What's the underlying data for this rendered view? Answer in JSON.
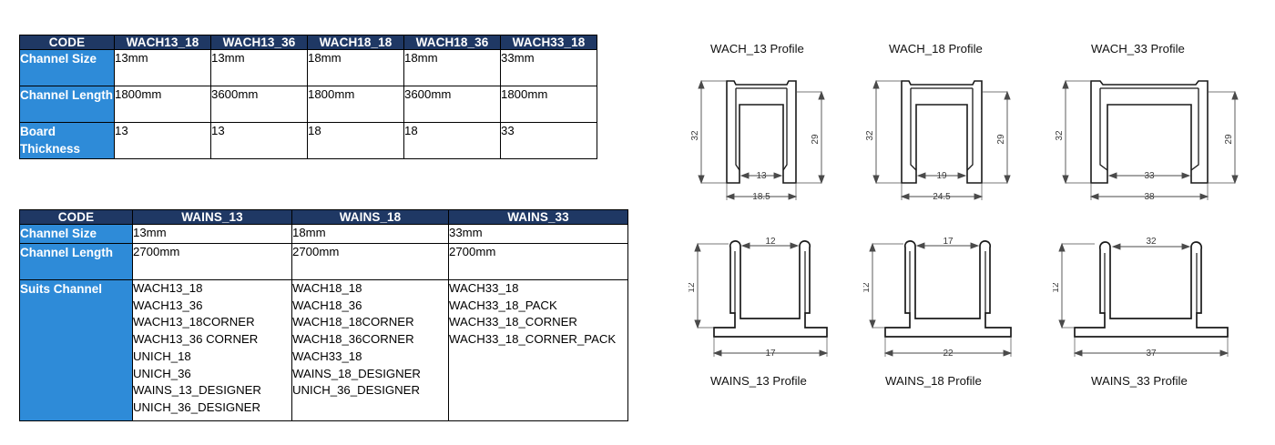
{
  "tables": [
    {
      "id": "wach-channel-table",
      "header": [
        "CODE",
        "WACH13_18",
        "WACH13_36",
        "WACH18_18",
        "WACH18_36",
        "WACH33_18"
      ],
      "rows": [
        {
          "label": "Channel Size",
          "values": [
            "13mm",
            "13mm",
            "18mm",
            "18mm",
            "33mm"
          ]
        },
        {
          "label": "Channel Length",
          "values": [
            "1800mm",
            "3600mm",
            "1800mm",
            "3600mm",
            "1800mm"
          ]
        },
        {
          "label": "Board Thickness",
          "values": [
            "13",
            "13",
            "18",
            "18",
            "33"
          ]
        }
      ]
    },
    {
      "id": "wains-insert-table",
      "header": [
        "CODE",
        "WAINS_13",
        "WAINS_18",
        "WAINS_33"
      ],
      "rows": [
        {
          "label": "Channel Size",
          "values": [
            "13mm",
            "18mm",
            "33mm"
          ]
        },
        {
          "label": "Channel Length",
          "values": [
            "2700mm",
            "2700mm",
            "2700mm"
          ]
        },
        {
          "label": "Suits Channel",
          "values": [
            "WACH13_18\nWACH13_36\nWACH13_18CORNER\nWACH13_36 CORNER\nUNICH_18\nUNICH_36\nWAINS_13_DESIGNER\nUNICH_36_DESIGNER",
            "WACH18_18\nWACH18_36\nWACH18_18CORNER\nWACH18_36CORNER\nWACH33_18\nWAINS_18_DESIGNER\nUNICH_36_DESIGNER",
            "WACH33_18\nWACH33_18_PACK\nWACH33_18_CORNER\nWACH33_18_CORNER_PACK"
          ]
        }
      ]
    }
  ],
  "drawings": {
    "channel_profiles": [
      {
        "title": "WACH_13 Profile",
        "outer_height": "32",
        "inner_height": "29",
        "inner_width": "13",
        "outer_width": "18.5"
      },
      {
        "title": "WACH_18 Profile",
        "outer_height": "32",
        "inner_height": "29",
        "inner_width": "19",
        "outer_width": "24.5"
      },
      {
        "title": "WACH_33 Profile",
        "outer_height": "32",
        "inner_height": "29",
        "inner_width": "33",
        "outer_width": "38"
      }
    ],
    "insert_profiles": [
      {
        "title": "WAINS_13 Profile",
        "height": "12",
        "top_width": "12",
        "base_width": "17"
      },
      {
        "title": "WAINS_18 Profile",
        "height": "12",
        "top_width": "17",
        "base_width": "22"
      },
      {
        "title": "WAINS_33 Profile",
        "height": "12",
        "top_width": "32",
        "base_width": "37"
      }
    ]
  },
  "colors": {
    "header_navy": "#1F3864",
    "label_blue": "#2E8BD8",
    "line_black": "#000000",
    "dim_text": "#3a3a3a"
  }
}
